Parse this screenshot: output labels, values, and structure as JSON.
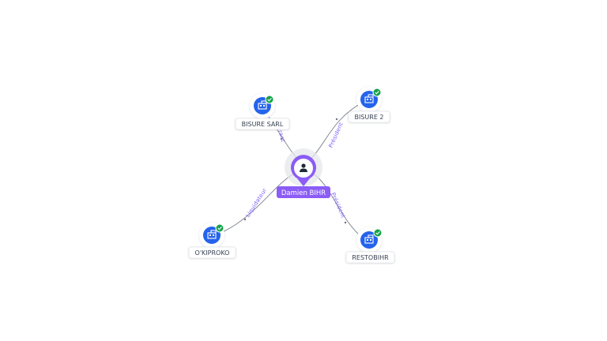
{
  "colors": {
    "company": "#2563eb",
    "verified": "#16a34a",
    "person": "#8b5cf6",
    "edge_label": "#7c5cff"
  },
  "icons": {
    "company": "building-icon",
    "verified": "check-badge-icon",
    "person": "person-icon"
  },
  "person": {
    "name": "Damien BIHR"
  },
  "companies": [
    {
      "id": "bisure-sarl",
      "name": "BISURE SARL",
      "role": "Gérant",
      "verified": true
    },
    {
      "id": "bisure-2",
      "name": "BISURE 2",
      "role": "Président",
      "verified": true
    },
    {
      "id": "okiproko",
      "name": "O'KIPROKO",
      "role": "Liquidateur",
      "verified": true
    },
    {
      "id": "restobihr",
      "name": "RESTOBIHR",
      "role": "Président",
      "verified": true
    }
  ]
}
